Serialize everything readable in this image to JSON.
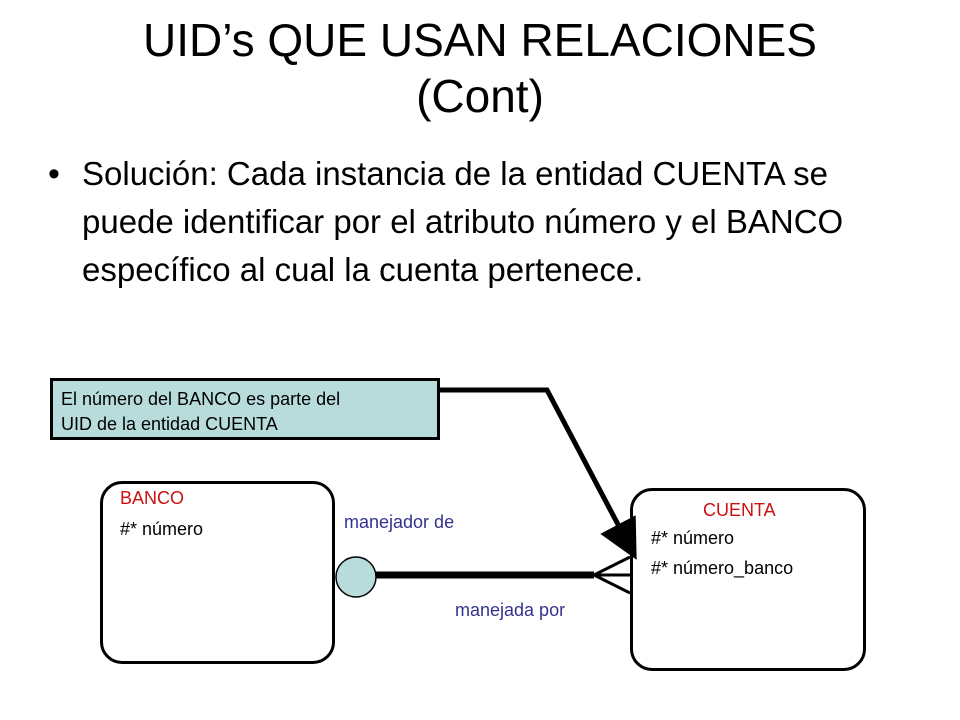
{
  "slide": {
    "title_line1": "UID’s QUE USAN RELACIONES",
    "title_line2": "(Cont)",
    "bullet": "Solución: Cada instancia de la entidad CUENTA se puede identificar por el atributo número y el BANCO específico al cual la cuenta pertenece."
  },
  "note": {
    "line1": "El número del BANCO es parte del",
    "line2": "UID de la entidad CUENTA",
    "color": "#b8dcdc"
  },
  "entities": {
    "banco": {
      "name": "BANCO",
      "attributes": [
        "#* número"
      ]
    },
    "cuenta": {
      "name": "CUENTA",
      "attributes": [
        "#* número",
        "#* número_banco"
      ]
    }
  },
  "relationship": {
    "label_banco_side": "manejador de",
    "label_cuenta_side": "manejada por"
  },
  "colors": {
    "entity_name": "#cc1111",
    "relationship_label": "#33338f",
    "relationship_circle": "#b8dcdc"
  }
}
